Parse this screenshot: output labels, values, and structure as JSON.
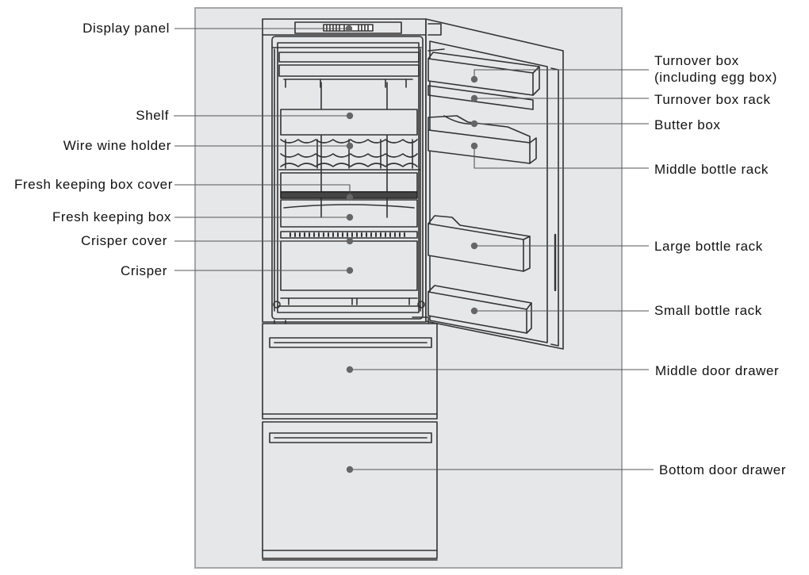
{
  "labels_left": [
    {
      "id": "display-panel",
      "text": "Display panel"
    },
    {
      "id": "shelf",
      "text": "Shelf"
    },
    {
      "id": "wire-wine-holder",
      "text": "Wire wine holder"
    },
    {
      "id": "fresh-keeping-box-cover",
      "text": "Fresh keeping box cover"
    },
    {
      "id": "fresh-keeping-box",
      "text": "Fresh keeping box"
    },
    {
      "id": "crisper-cover",
      "text": "Crisper cover"
    },
    {
      "id": "crisper",
      "text": "Crisper"
    }
  ],
  "labels_right": [
    {
      "id": "turnover-box",
      "text": "Turnover box",
      "text2": "(including egg box)"
    },
    {
      "id": "turnover-box-rack",
      "text": "Turnover box rack"
    },
    {
      "id": "butter-box",
      "text": "Butter box"
    },
    {
      "id": "middle-bottle-rack",
      "text": "Middle bottle rack"
    },
    {
      "id": "large-bottle-rack",
      "text": "Large bottle rack"
    },
    {
      "id": "small-bottle-rack",
      "text": "Small bottle rack"
    },
    {
      "id": "middle-door-drawer",
      "text": "Middle door drawer"
    },
    {
      "id": "bottom-door-drawer",
      "text": "Bottom door drawer"
    }
  ],
  "colors": {
    "panel_bg": "#e6e7e9",
    "panel_border": "#a6a6a6",
    "line": "#333333",
    "leader": "#555555",
    "dot": "#666666"
  }
}
